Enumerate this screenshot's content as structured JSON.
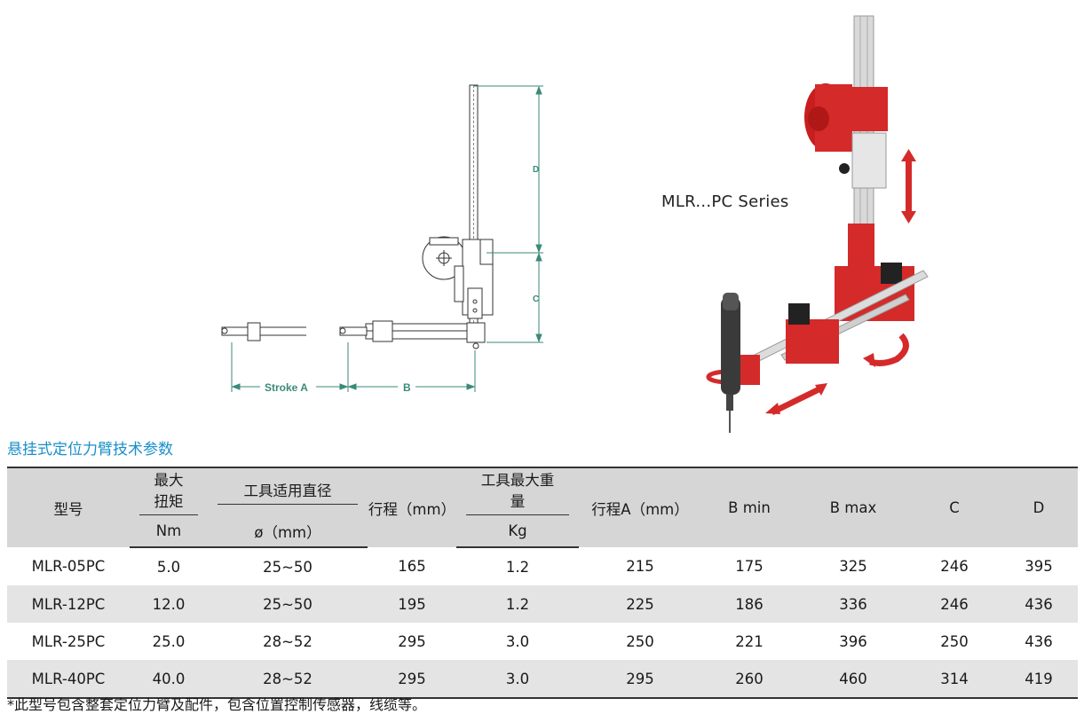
{
  "drawing": {
    "label_d": "D",
    "label_c": "C",
    "label_stroke_a": "Stroke A",
    "label_b": "B"
  },
  "series_label": "MLR...PC  Series",
  "section_title": "悬挂式定位力臂技术参数",
  "table": {
    "headers": {
      "model": "型号",
      "torque_top": "最大扭矩",
      "torque_unit": "Nm",
      "diameter_top": "工具适用直径",
      "diameter_unit": "ø（mm）",
      "travel": "行程（mm）",
      "weight_top": "工具最大重量",
      "weight_unit": "Kg",
      "travel_a": "行程A（mm）",
      "b_min": "B min",
      "b_max": "B max",
      "c": "C",
      "d": "D"
    },
    "rows": [
      {
        "model": "MLR-05PC",
        "torque": "5.0",
        "diameter": "25~50",
        "travel": "165",
        "weight": "1.2",
        "travel_a": "215",
        "b_min": "175",
        "b_max": "325",
        "c": "246",
        "d": "395"
      },
      {
        "model": "MLR-12PC",
        "torque": "12.0",
        "diameter": "25~50",
        "travel": "195",
        "weight": "1.2",
        "travel_a": "225",
        "b_min": "186",
        "b_max": "336",
        "c": "246",
        "d": "436"
      },
      {
        "model": "MLR-25PC",
        "torque": "25.0",
        "diameter": "28~52",
        "travel": "295",
        "weight": "3.0",
        "travel_a": "250",
        "b_min": "221",
        "b_max": "396",
        "c": "250",
        "d": "436"
      },
      {
        "model": "MLR-40PC",
        "torque": "40.0",
        "diameter": "28~52",
        "travel": "295",
        "weight": "3.0",
        "travel_a": "295",
        "b_min": "260",
        "b_max": "460",
        "c": "314",
        "d": "419"
      }
    ]
  },
  "footnote": "*此型号包含整套定位力臂及配件，包含位置控制传感器，线缆等。",
  "colors": {
    "accent_title": "#1a8fc8",
    "dimension_line": "#3a8a7a",
    "product_red": "#d42a2a",
    "header_bg": "#d6d6d6",
    "row_alt_bg": "#e4e4e4"
  }
}
